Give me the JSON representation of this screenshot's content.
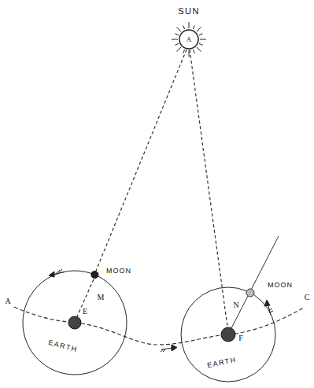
{
  "diagram": {
    "labels": [
      "SUN",
      "A",
      "A",
      "MOON",
      "M",
      "E",
      "EARTH",
      "MOON",
      "N",
      "F",
      "EARTH",
      "C"
    ]
  }
}
